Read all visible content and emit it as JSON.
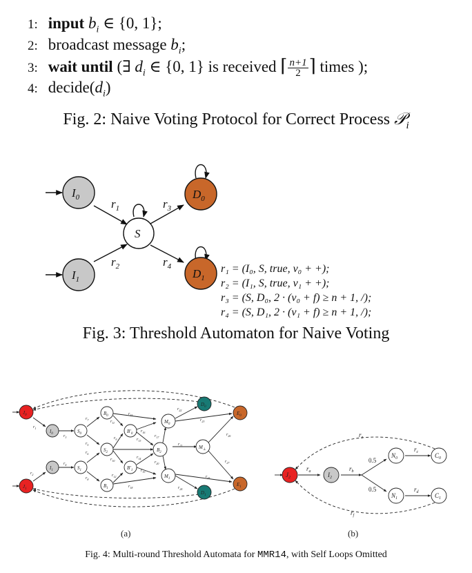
{
  "algorithm": {
    "lines": [
      {
        "num": "1:",
        "kw": "input",
        "b": "b",
        "sub": "i",
        "rest": " ∈ {0, 1};"
      },
      {
        "num": "2:",
        "text": "broadcast message ",
        "b": "b",
        "sub": "i",
        "rest": ";"
      },
      {
        "num": "3:",
        "kw": "wait until",
        "open": " (∃ ",
        "d": "d",
        "sub": "i",
        "rest1": " ∈ {0, 1} is received ",
        "frac_top": "n+1",
        "frac_bot": "2",
        "rest2": " times );"
      },
      {
        "num": "4:",
        "text": "decide(",
        "d": "d",
        "sub": "i",
        "rest": ")"
      }
    ]
  },
  "fig2": {
    "caption_prefix": "Fig. 2: Naive Voting Protocol for Correct Process ",
    "caption_sym": "𝒫",
    "caption_sub": "i"
  },
  "fig3": {
    "caption": "Fig. 3: Threshold Automaton for Naive Voting",
    "nodes": {
      "I0": "I",
      "I1": "I",
      "S": "S",
      "D0": "D",
      "D1": "D"
    },
    "edge_labels": {
      "r1": "r",
      "r2": "r",
      "r3": "r",
      "r4": "r"
    },
    "rules": [
      "r₁ = (I₀, S, true, v₀ + +);",
      "r₂ = (I₁, S, true, v₁ + +);",
      "r₃ = (S, D₀, 2 · (v₀ + f) ≥ n + 1, /);",
      "r₄ = (S, D₁, 2 · (v₁ + f) ≥ n + 1, /);"
    ],
    "colors": {
      "init": "#c8c8c8",
      "decide": "#c8672a",
      "white": "#ffffff"
    }
  },
  "fig4": {
    "caption_prefix": "Fig. 4: Multi-round Threshold Automata for ",
    "caption_code": "MMR14",
    "caption_suffix": ", with Self Loops Omitted",
    "label_a": "(a)",
    "label_b": "(b)",
    "prob_top": "0.5",
    "prob_bot": "0.5",
    "colors": {
      "j": "#e82222",
      "i": "#c8c8c8",
      "d": "#187a74",
      "e": "#c8672a"
    }
  }
}
